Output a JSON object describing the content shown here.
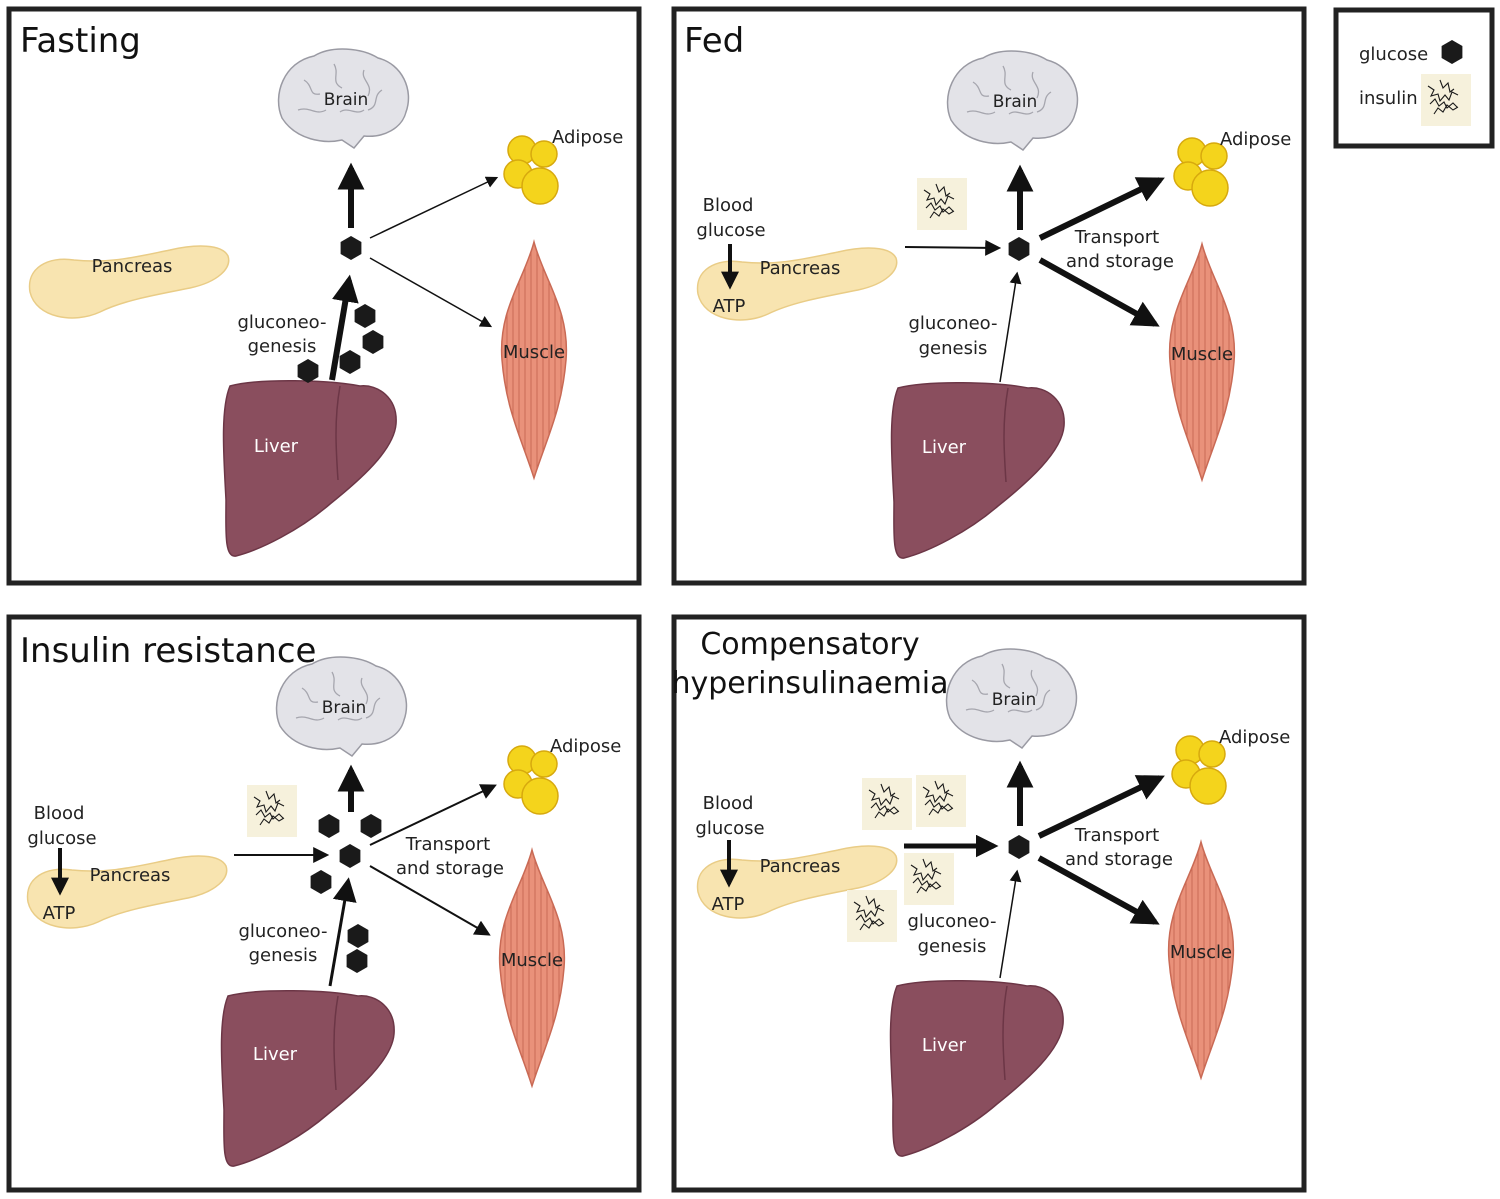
{
  "legend": {
    "glucose_label": "glucose",
    "insulin_label": "insulin"
  },
  "panels": [
    {
      "id": "fasting",
      "title": [
        "Fasting"
      ],
      "brain": "Brain",
      "adipose": "Adipose",
      "pancreas": "Pancreas",
      "muscle": "Muscle",
      "liver": "Liver",
      "gluconeo": [
        "gluconeo-",
        "genesis"
      ]
    },
    {
      "id": "fed",
      "title": [
        "Fed"
      ],
      "brain": "Brain",
      "adipose": "Adipose",
      "pancreas": "Pancreas",
      "muscle": "Muscle",
      "liver": "Liver",
      "gluconeo": [
        "gluconeo-",
        "genesis"
      ],
      "blood": [
        "Blood",
        "glucose"
      ],
      "atp": "ATP",
      "transport": [
        "Transport",
        "and storage"
      ]
    },
    {
      "id": "insulin-resistance",
      "title": [
        "Insulin resistance"
      ],
      "brain": "Brain",
      "adipose": "Adipose",
      "pancreas": "Pancreas",
      "muscle": "Muscle",
      "liver": "Liver",
      "gluconeo": [
        "gluconeo-",
        "genesis"
      ],
      "blood": [
        "Blood",
        "glucose"
      ],
      "atp": "ATP",
      "transport": [
        "Transport",
        "and storage"
      ]
    },
    {
      "id": "compensatory",
      "title": [
        "Compensatory",
        "hyperinsulinaemia"
      ],
      "brain": "Brain",
      "adipose": "Adipose",
      "pancreas": "Pancreas",
      "muscle": "Muscle",
      "liver": "Liver",
      "gluconeo": [
        "gluconeo-",
        "genesis"
      ],
      "blood": [
        "Blood",
        "glucose"
      ],
      "atp": "ATP",
      "transport": [
        "Transport",
        "and storage"
      ]
    }
  ],
  "colors": {
    "brain": "#e3e3e8",
    "adipose": "#f4d41c",
    "pancreas": "#f8e4b0",
    "muscle": "#e9917a",
    "liver": "#8a4e5e",
    "glucose": "#1a1a1a",
    "insulin_bg": "#f6f1dc"
  }
}
